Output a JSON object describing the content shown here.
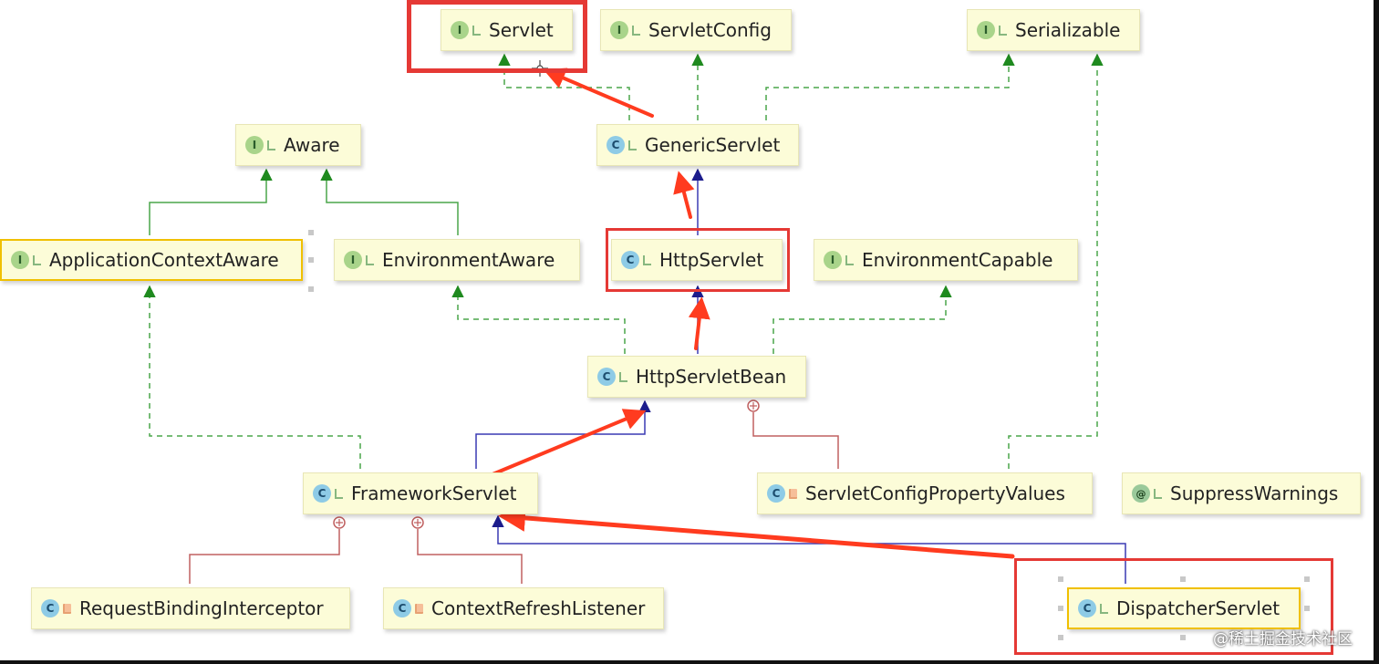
{
  "nodes": {
    "servlet": {
      "label": "Servlet",
      "badge": "I"
    },
    "servlet_config": {
      "label": "ServletConfig",
      "badge": "I"
    },
    "serializable": {
      "label": "Serializable",
      "badge": "I"
    },
    "aware": {
      "label": "Aware",
      "badge": "I"
    },
    "generic_servlet": {
      "label": "GenericServlet",
      "badge": "C"
    },
    "application_context_aware": {
      "label": "ApplicationContextAware",
      "badge": "I"
    },
    "environment_aware": {
      "label": "EnvironmentAware",
      "badge": "I"
    },
    "http_servlet": {
      "label": "HttpServlet",
      "badge": "C"
    },
    "environment_capable": {
      "label": "EnvironmentCapable",
      "badge": "I"
    },
    "http_servlet_bean": {
      "label": "HttpServletBean",
      "badge": "C"
    },
    "framework_servlet": {
      "label": "FrameworkServlet",
      "badge": "C"
    },
    "servlet_config_property_values": {
      "label": "ServletConfigPropertyValues",
      "badge": "C"
    },
    "suppress_warnings": {
      "label": "SuppressWarnings",
      "badge": "@"
    },
    "request_binding_interceptor": {
      "label": "RequestBindingInterceptor",
      "badge": "C"
    },
    "context_refresh_listener": {
      "label": "ContextRefreshListener",
      "badge": "C"
    },
    "dispatcher_servlet": {
      "label": "DispatcherServlet",
      "badge": "C"
    }
  },
  "colors": {
    "implements_edge": "#3c9a3c",
    "extends_edge": "#2a2aa0",
    "inner_edge": "#b84a4a",
    "highlight": "#e53935",
    "node_fill": "#fcfcd8"
  },
  "watermark": "@稀土掘金技术社区"
}
